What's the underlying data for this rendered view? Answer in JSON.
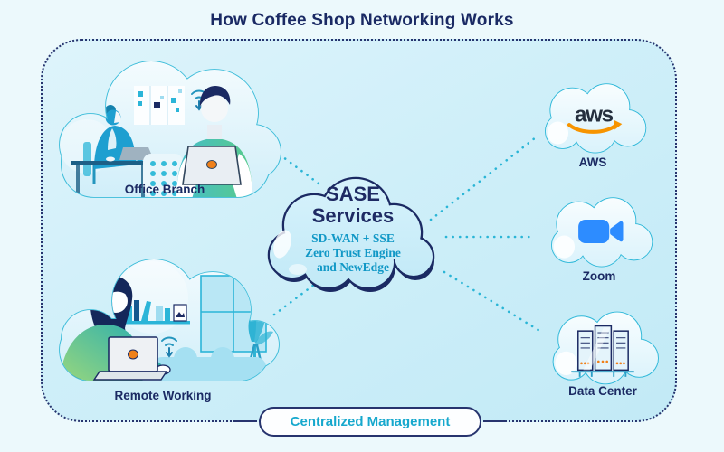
{
  "title": "How Coffee Shop Networking Works",
  "diagram": {
    "center": {
      "line1": "SASE",
      "line2": "Services",
      "sub1": "SD-WAN + SSE",
      "sub2": "Zero Trust Engine",
      "sub3": "and NewEdge"
    },
    "sources": [
      {
        "id": "office-branch",
        "label": "Office Branch"
      },
      {
        "id": "remote-working",
        "label": "Remote Working"
      }
    ],
    "destinations": [
      {
        "id": "aws",
        "label": "AWS",
        "logo_text": "aws"
      },
      {
        "id": "zoom",
        "label": "Zoom"
      },
      {
        "id": "data-center",
        "label": "Data Center"
      }
    ],
    "footer": {
      "label": "Centralized Management"
    }
  },
  "colors": {
    "navy": "#1b2a63",
    "panel_border": "#27346e",
    "cloud_stroke_cyan": "#2eb8d9",
    "connector_cyan": "#2ab5d6",
    "sase_sub_text": "#1198c6",
    "footer_text": "#16a8cd",
    "aws_text": "#252f3e",
    "aws_orange": "#f79400",
    "zoom_blue": "#2d8cff",
    "laptop_dot_orange": "#f08019"
  }
}
